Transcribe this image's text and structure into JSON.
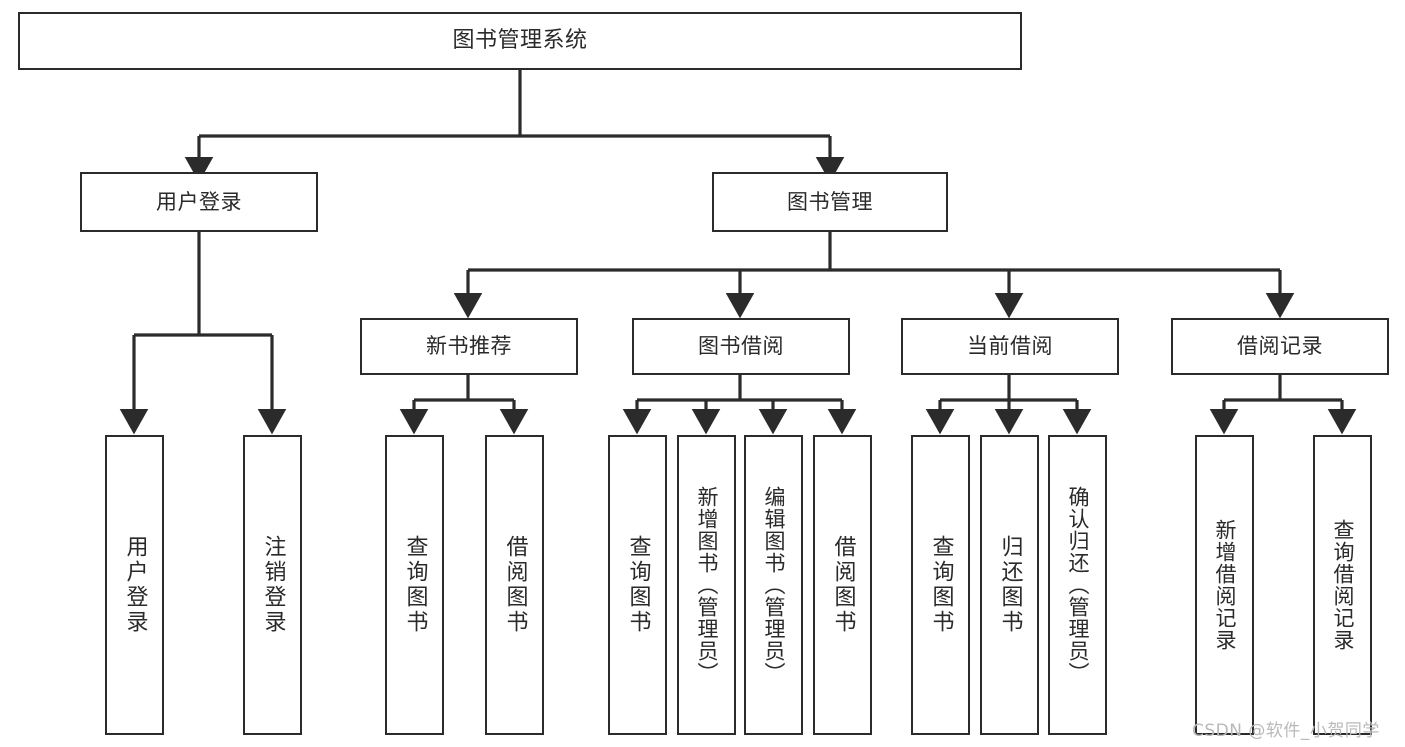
{
  "diagram": {
    "title": "图书管理系统",
    "type": "tree-hierarchy-chart",
    "watermark": "CSDN @软件_小贺同学",
    "colors": {
      "border": "#2b2b2b",
      "text": "#2a2a2a",
      "background": "#ffffff",
      "watermark": "#b9b9b9"
    }
  },
  "nodes": {
    "root": {
      "label": "图书管理系统"
    },
    "level1": [
      {
        "id": "user-login",
        "label": "用户登录"
      },
      {
        "id": "book-manage",
        "label": "图书管理"
      }
    ],
    "level2": [
      {
        "id": "new-book-rec",
        "label": "新书推荐"
      },
      {
        "id": "book-borrow",
        "label": "图书借阅"
      },
      {
        "id": "current-borrow",
        "label": "当前借阅"
      },
      {
        "id": "borrow-record",
        "label": "借阅记录"
      }
    ],
    "leaves": {
      "user_login": [
        {
          "id": "leaf-user-login",
          "label": "用户登录"
        },
        {
          "id": "leaf-logout-login",
          "label": "注销登录"
        }
      ],
      "new_book_rec": [
        {
          "id": "leaf-query-book-1",
          "label": "查询图书"
        },
        {
          "id": "leaf-borrow-book-1",
          "label": "借阅图书"
        }
      ],
      "book_borrow": [
        {
          "id": "leaf-query-book-2",
          "label": "查询图书"
        },
        {
          "id": "leaf-add-book",
          "label": "新增图书（管理员）"
        },
        {
          "id": "leaf-edit-book",
          "label": "编辑图书（管理员）"
        },
        {
          "id": "leaf-borrow-book-2",
          "label": "借阅图书"
        }
      ],
      "current_borrow": [
        {
          "id": "leaf-query-book-3",
          "label": "查询图书"
        },
        {
          "id": "leaf-return-book",
          "label": "归还图书"
        },
        {
          "id": "leaf-confirm-return",
          "label": "确认归还（管理员）"
        }
      ],
      "borrow_record": [
        {
          "id": "leaf-add-record",
          "label": "新增借阅记录"
        },
        {
          "id": "leaf-query-record",
          "label": "查询借阅记录"
        }
      ]
    }
  }
}
